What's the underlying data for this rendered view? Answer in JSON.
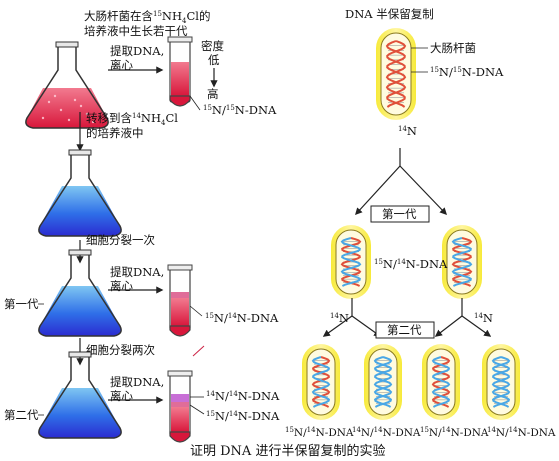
{
  "flask_caption": {
    "line1_pre": "大肠杆菌在含",
    "line1_iso": "15",
    "line1_post": "NH",
    "line1_sub": "4",
    "line1_end": "Cl的",
    "line2": "培养液中生长若干代"
  },
  "transfer_caption": {
    "line1_pre": "转移到含",
    "line1_iso": "14",
    "line1_post": "NH",
    "line1_sub": "4",
    "line1_end": "Cl",
    "line2": "的培养液中"
  },
  "extract": {
    "line1": "提取DNA,",
    "line2": "离心"
  },
  "density": {
    "label_1": "密度",
    "label_2": "低",
    "high": "高"
  },
  "division_once": "细胞分裂一次",
  "division_twice": "细胞分裂两次",
  "gen_one": "第一代",
  "gen_two": "第二代",
  "band_labels": {
    "n15_15_iso_a": "15",
    "n15_15_mid": "N/",
    "n15_15_iso_b": "15",
    "n15_15_end": "N-DNA",
    "n15_14_iso_a": "15",
    "n15_14_mid": "N/",
    "n15_14_iso_b": "14",
    "n15_14_end": "N-DNA",
    "n14_14_iso_a": "14",
    "n14_14_mid": "N/",
    "n14_14_iso_b": "14",
    "n14_14_end": "N-DNA"
  },
  "right_diagram": {
    "title": "DNA 半保留复制",
    "bacterium_label": "大肠杆菌",
    "n14_iso": "14",
    "n14_sym": "N",
    "first_gen_box": "第一代",
    "second_gen_box": "第二代"
  },
  "caption": "证明 DNA 进行半保留复制的实验",
  "colors": {
    "red_medium": "#e8284a",
    "blue_medium": "#2f2fd9",
    "old_strand": "#e0503a",
    "new_strand": "#49a7e6",
    "halo": "#f5e43a"
  }
}
